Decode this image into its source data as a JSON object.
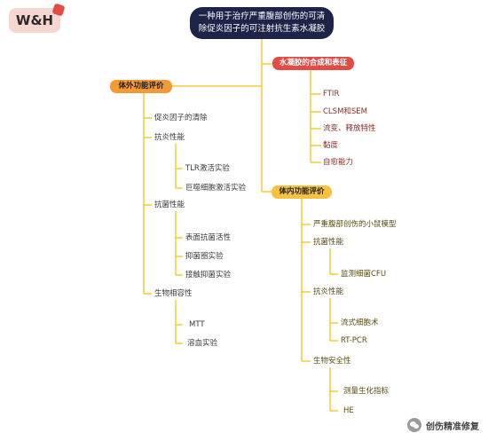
{
  "logo": {
    "text": "W&H"
  },
  "root": {
    "title": "一种用于治疗严重腹部创伤的可清除促炎因子的可注射抗生素水凝胶"
  },
  "hydrogel": {
    "label": "水凝胶的合成和表征",
    "items": [
      "FTIR",
      "CLSM和SEM",
      "流变、释放特性",
      "黏度",
      "自愈能力"
    ]
  },
  "invitro": {
    "label": "体外功能评价",
    "scavenging": "促炎因子的清除",
    "antiinflammatory": {
      "label": "抗炎性能",
      "items": [
        "TLR激活实验",
        "巨噬细胞激活实验"
      ]
    },
    "antibacterial": {
      "label": "抗菌性能",
      "items": [
        "表面抗菌活性",
        "抑菌圈实验",
        "接触抑菌实验"
      ]
    },
    "biocompat": {
      "label": "生物相容性",
      "items": [
        "MTT",
        "溶血实验"
      ]
    }
  },
  "invivo": {
    "label": "体内功能评价",
    "model": "严重腹部创伤的小鼠模型",
    "antibacterial": {
      "label": "抗菌性能",
      "items": [
        "监测细菌CFU"
      ]
    },
    "antiinflammatory": {
      "label": "抗炎性能",
      "items": [
        "流式细胞术",
        "RT-PCR"
      ]
    },
    "safety": {
      "label": "生物安全性",
      "items": [
        "测量生化指标",
        "HE"
      ]
    }
  },
  "footer": {
    "text": "创伤精准修复"
  },
  "colors": {
    "connector": "#f2c21b",
    "root_bg": "#1d2447",
    "hydrogel_bg": "#e44b44",
    "invitro_bg": "#f39a36",
    "invivo_bg": "#f7c240"
  }
}
